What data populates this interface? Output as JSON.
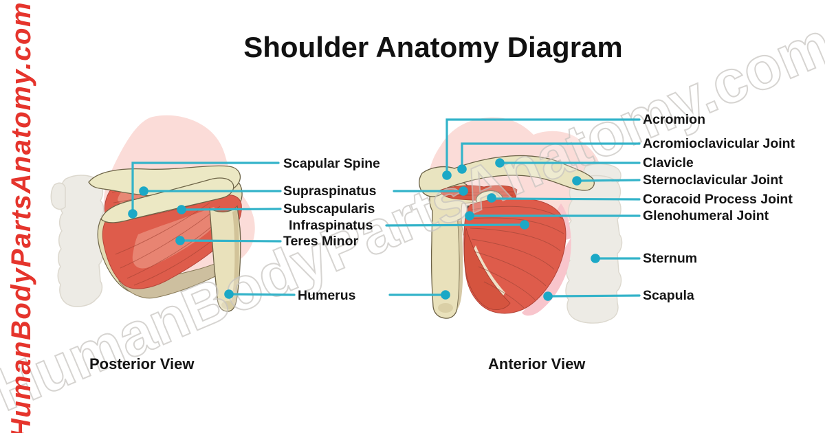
{
  "page": {
    "title": "Shoulder Anatomy Diagram"
  },
  "branding": {
    "side_text": "HumanBodyPartsAnatomy.com",
    "side_text_color": "#e5342c",
    "watermark_text": "HumanBodyPartsAnatomy.com"
  },
  "colors": {
    "leader_line": "#33b3c9",
    "leader_dot": "#1ba8c6",
    "muscle_red": "#de5c4b",
    "muscle_highlight": "#ea8f7c",
    "bone_cream": "#e9e2bb",
    "ghost_bone": "#edebe5",
    "silhouette_pink": "#fbdcd8",
    "rim_pink": "#f8c5cc",
    "label_text": "#141414"
  },
  "posterior": {
    "caption": "Posterior View",
    "labels": [
      {
        "text": "Scapular Spine"
      },
      {
        "text": "Supraspinatus"
      },
      {
        "text": "Subscapularis"
      },
      {
        "text": "Infraspinatus"
      },
      {
        "text": "Teres Minor"
      },
      {
        "text": "Humerus"
      }
    ]
  },
  "anterior": {
    "caption": "Anterior View",
    "labels": [
      {
        "text": "Acromion"
      },
      {
        "text": "Acromioclavicular Joint"
      },
      {
        "text": "Clavicle"
      },
      {
        "text": "Sternoclavicular Joint"
      },
      {
        "text": "Coracoid Process Joint"
      },
      {
        "text": "Glenohumeral Joint"
      },
      {
        "text": "Sternum"
      },
      {
        "text": "Scapula"
      }
    ]
  }
}
